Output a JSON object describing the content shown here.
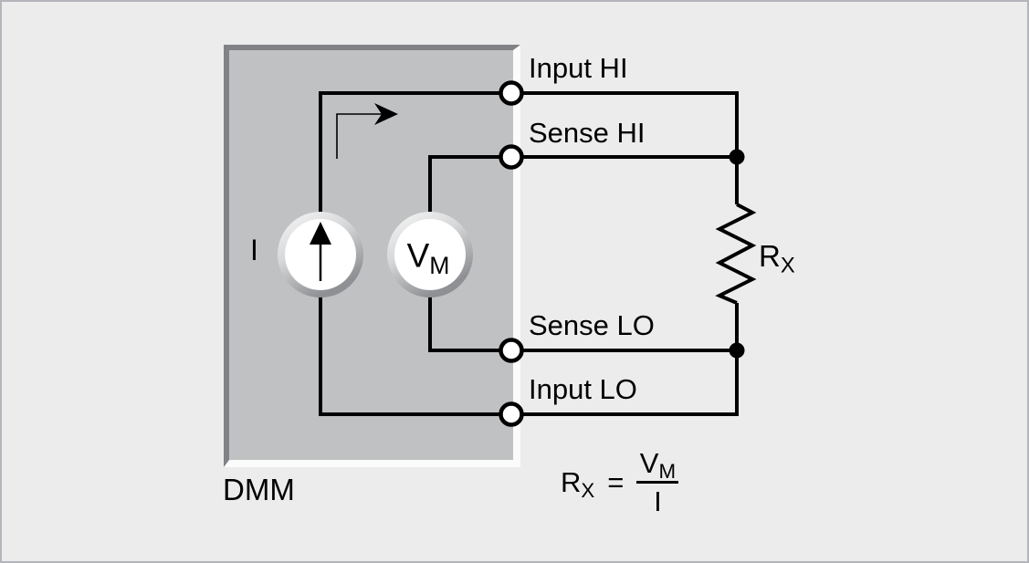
{
  "diagram": {
    "type": "four-wire-resistance-measurement",
    "instrument_label": "DMM",
    "terminals": [
      {
        "label": "Input HI"
      },
      {
        "label": "Sense HI"
      },
      {
        "label": "Sense LO"
      },
      {
        "label": "Input LO"
      }
    ],
    "current_source_label": "I",
    "voltmeter": {
      "main": "V",
      "sub": "M"
    },
    "resistor": {
      "main": "R",
      "sub": "X"
    },
    "formula": {
      "lhs_main": "R",
      "lhs_sub": "X",
      "equals": "=",
      "numerator_main": "V",
      "numerator_sub": "M",
      "denominator": "I"
    }
  },
  "colors": {
    "background": "#ececec",
    "frame_border": "#b3b5bb",
    "box_fill": "#bfc1c3",
    "box_edge_dark": "#808285",
    "box_edge_light": "#fbfbfb",
    "wire": "#000000",
    "meter_fill": "#ffffff",
    "text": "#000000"
  }
}
